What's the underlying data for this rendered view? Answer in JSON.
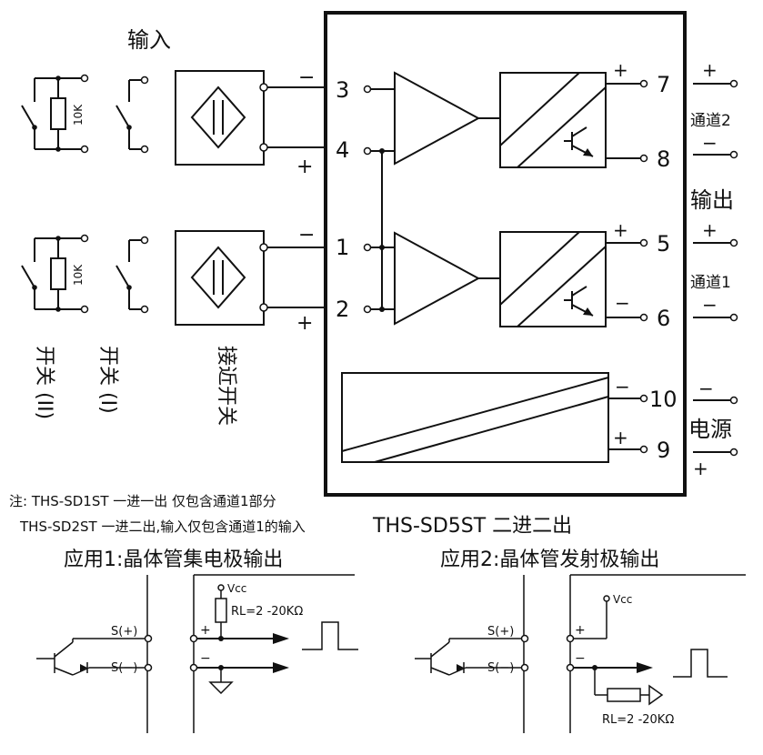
{
  "labels": {
    "input_title": "输入",
    "output_title": "输出",
    "channel2": "通道2",
    "channel1": "通道1",
    "power": "电源",
    "switch_ii": "开关 (II)",
    "switch_i": "开关 (I)",
    "proximity": "接近开关",
    "resistor": "10K",
    "model": "THS-SD5ST 二进二出",
    "note1": "注: THS-SD1ST 一进一出 仅包含通道1部分",
    "note2": "THS-SD2ST 一进二出,输入仅包含通道1的输入",
    "app1_title": "应用1:晶体管集电极输出",
    "app2_title": "应用2:晶体管发射极输出"
  },
  "terminals": {
    "t1": "1",
    "t2": "2",
    "t3": "3",
    "t4": "4",
    "t5": "5",
    "t6": "6",
    "t7": "7",
    "t8": "8",
    "t9": "9",
    "t10": "10"
  },
  "polarity": {
    "plus": "+",
    "minus": "−"
  },
  "app": {
    "s_plus": "S(+)",
    "s_minus": "S(−)",
    "vcc": "Vcc",
    "rl": "RL=2 -20KΩ"
  }
}
